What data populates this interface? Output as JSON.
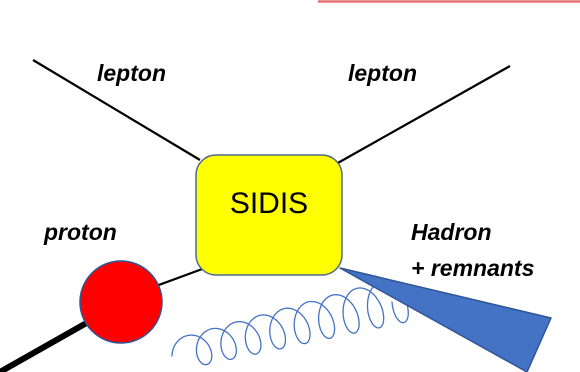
{
  "labels": {
    "lepton_left": "lepton",
    "lepton_right": "lepton",
    "proton": "proton",
    "hadron_line1": "Hadron",
    "hadron_line2": "+ remnants"
  },
  "process_box": {
    "text": "SIDIS",
    "fill": "#ffff00",
    "stroke": "#4e6b8b"
  },
  "colors": {
    "proton_fill": "#ff0000",
    "proton_stroke": "#2f5597",
    "hadron_cone_fill": "#4472c4",
    "hadron_cone_stroke": "#2f5597",
    "gluon_stroke": "#4472c4",
    "top_bar": "#e57373"
  }
}
